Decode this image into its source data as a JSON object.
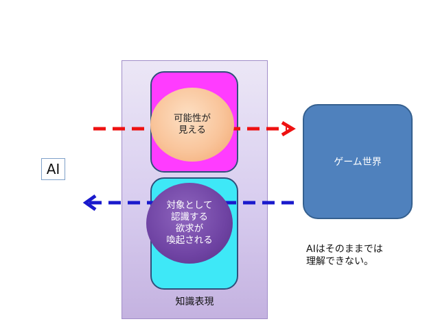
{
  "ai": {
    "label": "AI"
  },
  "knowledge": {
    "label": "知識表現"
  },
  "circles": {
    "top": "可能性が\n見える",
    "bottom": "対象として\n認識する\n欲求が\n喚起される"
  },
  "game_world": {
    "label": "ゲーム世界"
  },
  "note": {
    "text": "AIはそのままでは\n理解できない。"
  },
  "colors": {
    "red_arrow": "#ee1111",
    "blue_arrow": "#1a1acc",
    "game_box": "#4f81bd",
    "magenta_box": "#ff3cff",
    "cyan_box": "#3ee8f7"
  }
}
